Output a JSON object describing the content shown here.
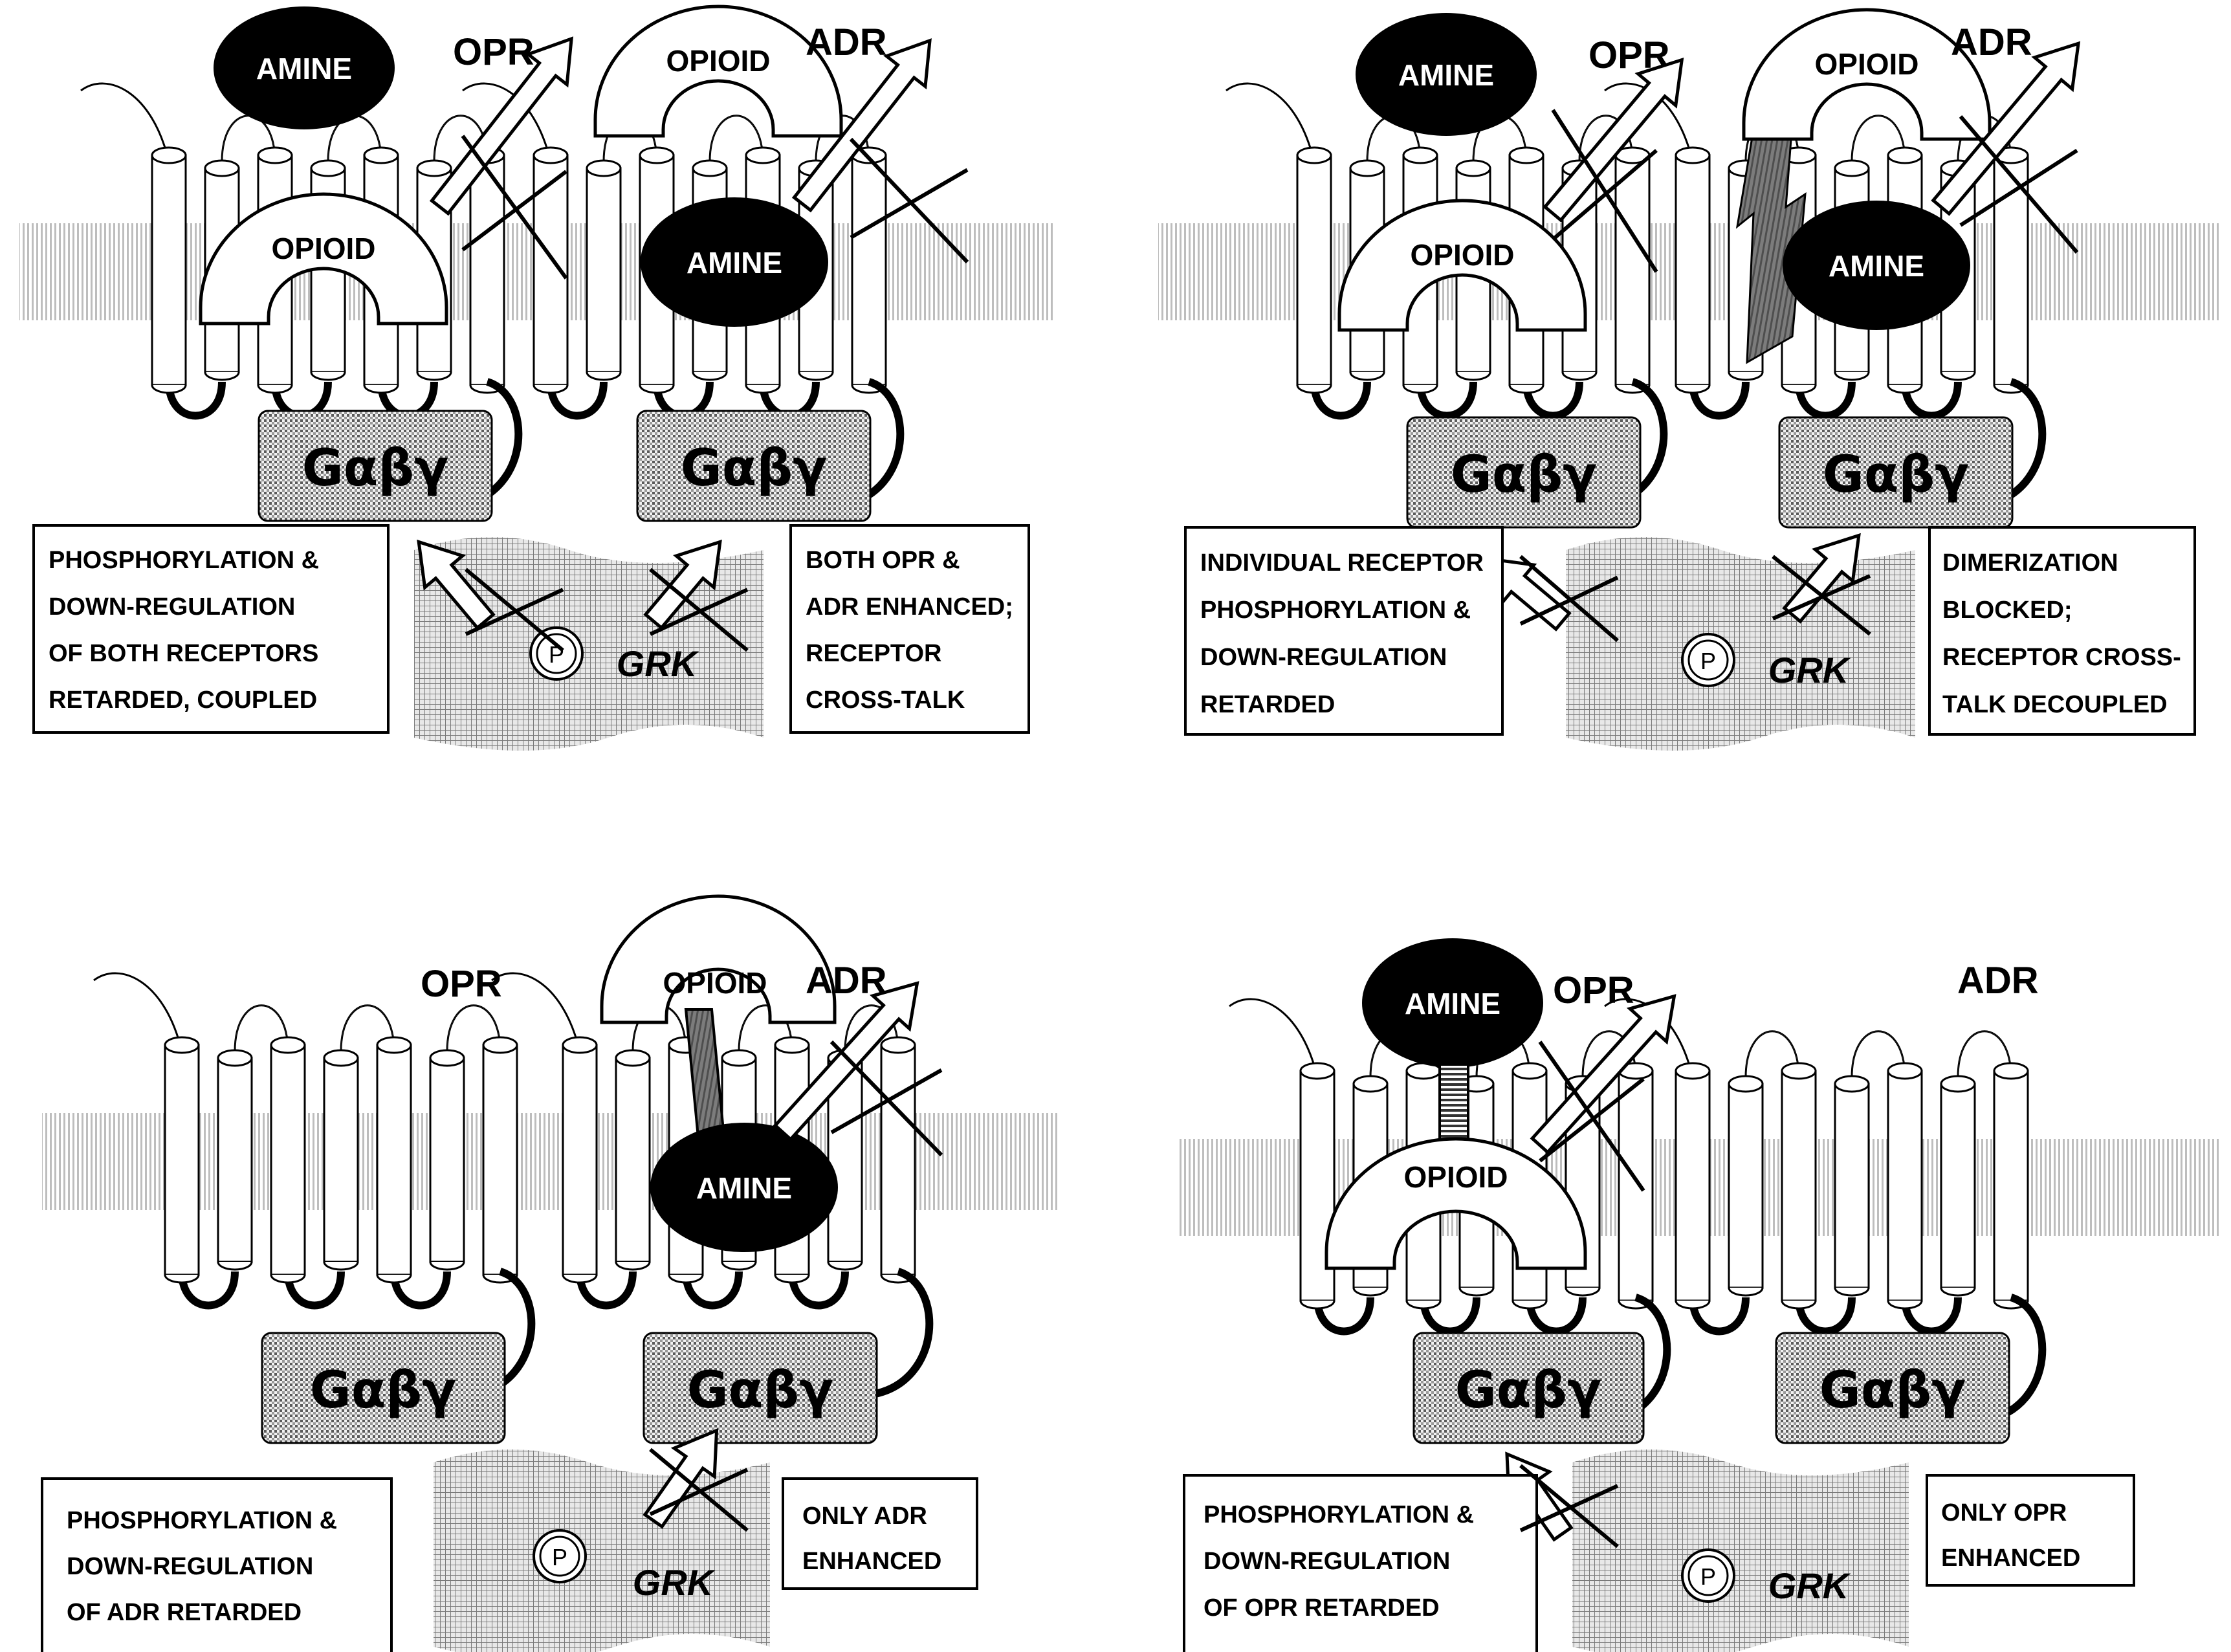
{
  "panels": [
    {
      "id": "top-left",
      "ligands": {
        "outer_left": "AMINE",
        "outer_right": "OPIOID",
        "inner_left": "OPIOID",
        "inner_right": "AMINE"
      },
      "labels": {
        "left_receptor": "OPR",
        "right_receptor": "ADR"
      },
      "g_protein": "Gαβγ",
      "kinase": "GRK",
      "phospho": "P",
      "note_left": [
        "PHOSPHORYLATION &",
        "DOWN-REGULATION",
        "OF BOTH RECEPTORS",
        "RETARDED, COUPLED"
      ],
      "note_right": [
        "BOTH OPR &",
        "ADR ENHANCED;",
        "RECEPTOR",
        "CROSS-TALK"
      ]
    },
    {
      "id": "top-right",
      "ligands": {
        "outer_left": "AMINE",
        "outer_right": "OPIOID",
        "inner_left": "OPIOID",
        "inner_right": "AMINE"
      },
      "labels": {
        "left_receptor": "OPR",
        "right_receptor": "ADR"
      },
      "g_protein": "Gαβγ",
      "kinase": "GRK",
      "phospho": "P",
      "note_left": [
        "INDIVIDUAL RECEPTOR",
        "PHOSPHORYLATION &",
        "DOWN-REGULATION",
        "RETARDED"
      ],
      "note_right": [
        "DIMERIZATION",
        "BLOCKED;",
        "RECEPTOR CROSS-",
        "TALK DECOUPLED"
      ]
    },
    {
      "id": "bottom-left",
      "ligands": {
        "outer": "OPIOID",
        "inner": "AMINE"
      },
      "labels": {
        "left_receptor": "OPR",
        "right_receptor": "ADR"
      },
      "g_protein": "Gαβγ",
      "kinase": "GRK",
      "phospho": "P",
      "note_left": [
        "PHOSPHORYLATION &",
        "DOWN-REGULATION",
        "OF ADR RETARDED"
      ],
      "note_right": [
        "ONLY ADR",
        "ENHANCED"
      ]
    },
    {
      "id": "bottom-right",
      "ligands": {
        "outer": "AMINE",
        "inner": "OPIOID"
      },
      "labels": {
        "left_receptor": "OPR",
        "right_receptor": "ADR"
      },
      "g_protein": "Gαβγ",
      "kinase": "GRK",
      "phospho": "P",
      "note_left": [
        "PHOSPHORYLATION &",
        "DOWN-REGULATION",
        "OF OPR RETARDED"
      ],
      "note_right": [
        "ONLY OPR",
        "ENHANCED"
      ]
    }
  ],
  "colors": {
    "ink": "#000000",
    "membrane": "#d9d9d9",
    "stipple": "#cfcfcf",
    "bolt": "#555555"
  }
}
